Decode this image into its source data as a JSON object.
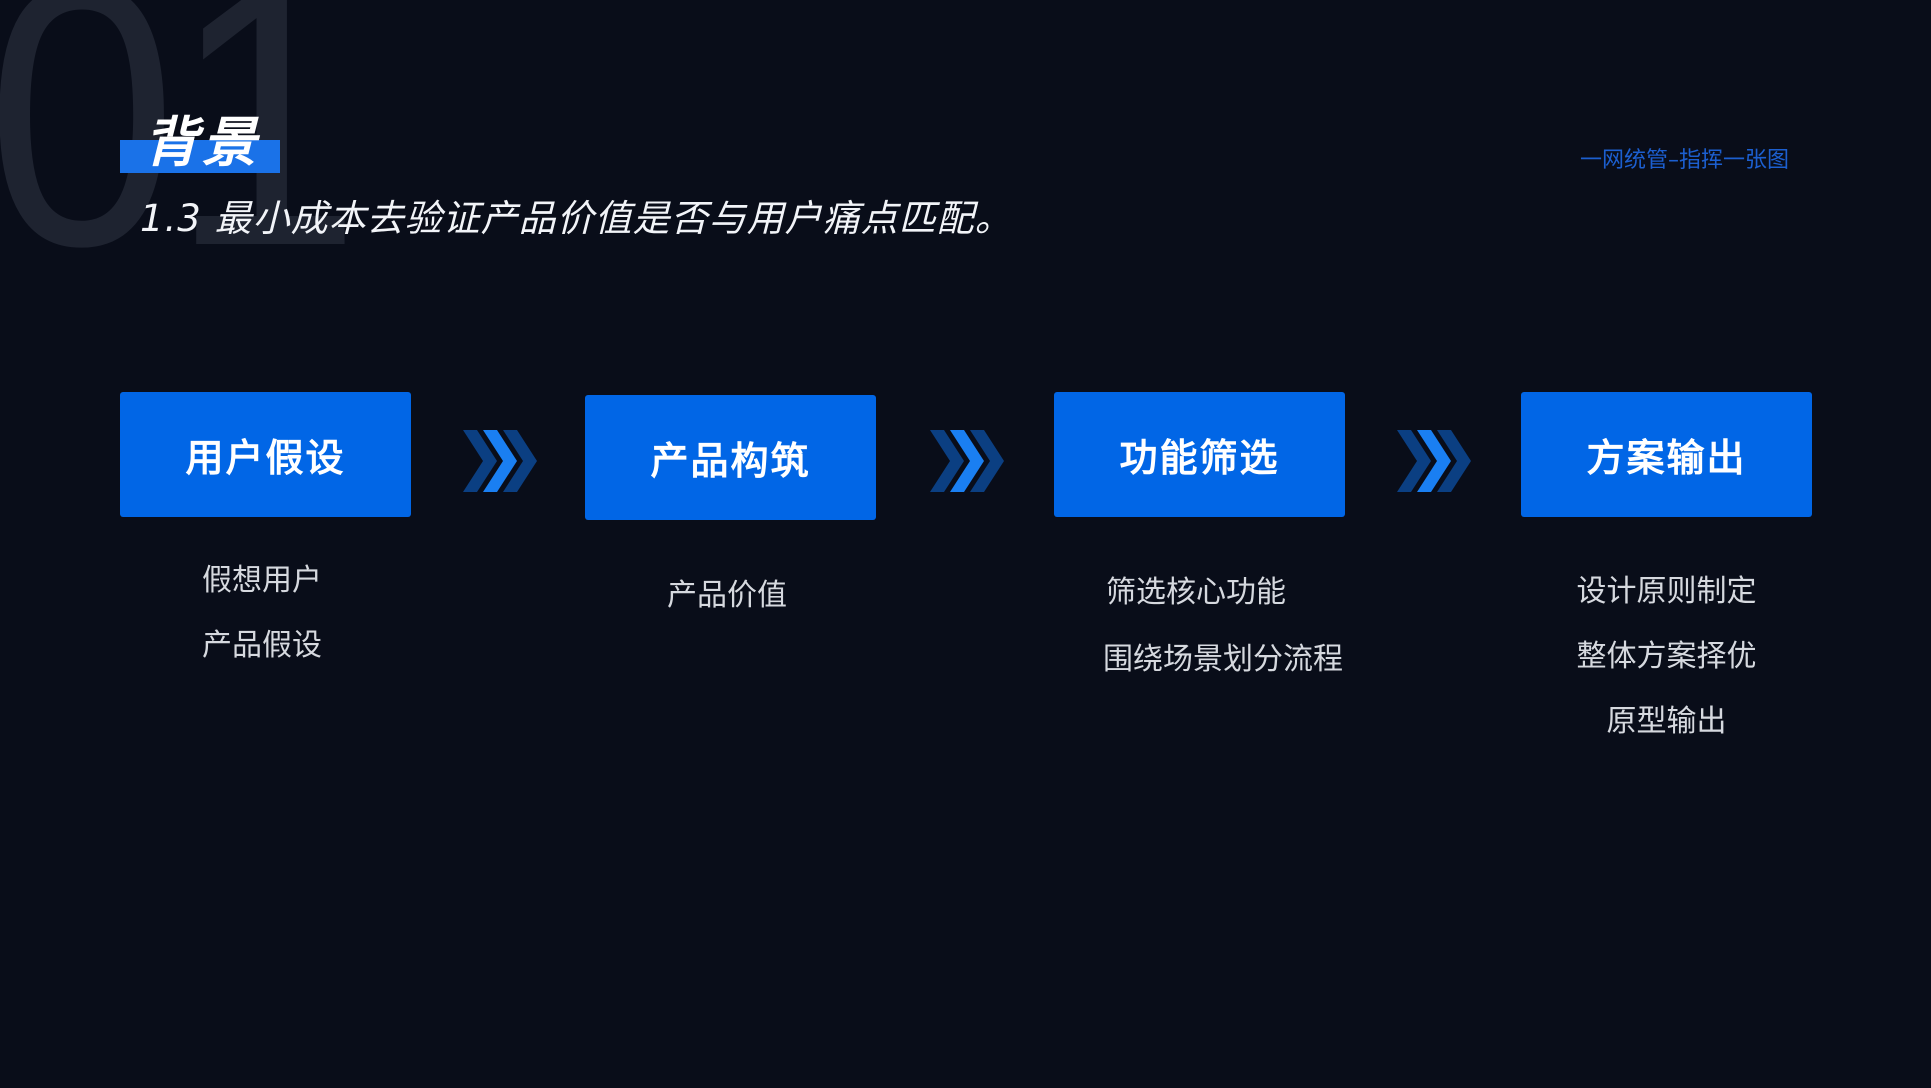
{
  "page": {
    "section_number": "01",
    "heading": "背景",
    "subtitle": "1.3 最小成本去验证产品价值是否与用户痛点匹配。",
    "tagline": "一网统管–指挥一张图"
  },
  "colors": {
    "background": "#090d19",
    "section_number": "#1e2330",
    "accent_blue": "#0166e6",
    "heading_bar": "#1a72e8",
    "tagline": "#1c5fd0",
    "chevron_dark": "#0b3f82",
    "chevron_bright": "#1a7ff2",
    "sub_text": "#d6d9df"
  },
  "flow": {
    "steps": [
      {
        "label": "用户假设",
        "items": [
          "假想用户",
          "产品假设"
        ]
      },
      {
        "label": "产品构筑",
        "items": [
          "产品价值"
        ]
      },
      {
        "label": "功能筛选",
        "items": [
          "筛选核心功能",
          "围绕场景划分流程"
        ]
      },
      {
        "label": "方案输出",
        "items": [
          "设计原则制定",
          "整体方案择优",
          "原型输出"
        ]
      }
    ],
    "connector_icon": "triple-chevron-right-icon"
  }
}
